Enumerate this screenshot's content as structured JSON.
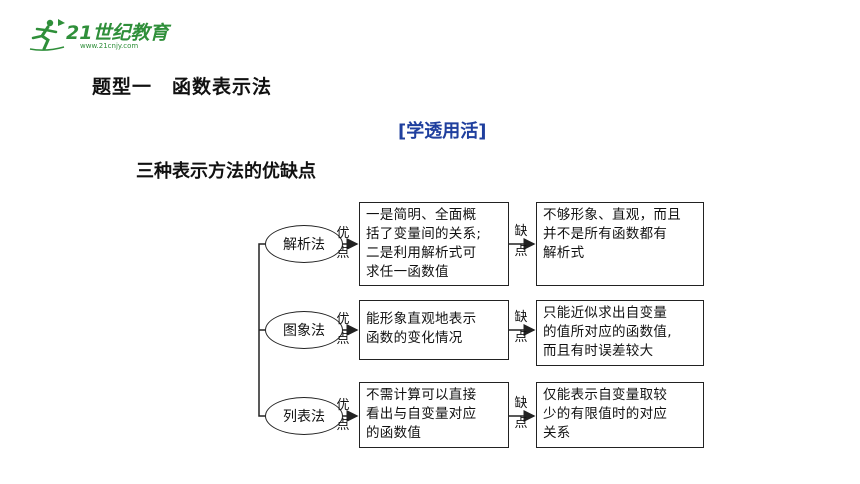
{
  "logo": {
    "brand": "21世纪教育",
    "url": "www.21cnjy.com",
    "icon": "runner-icon"
  },
  "heading": "题型一　函数表示法",
  "subheading": "[学透用活]",
  "section_title": "三种表示方法的优缺点",
  "diagram": {
    "pro_label": [
      "优",
      "点"
    ],
    "con_label": [
      "缺",
      "点"
    ],
    "rows": [
      {
        "method": "解析法",
        "pros": [
          "一是简明、全面概",
          "括了变量间的关系;",
          "二是利用解析式可",
          "求任一函数值"
        ],
        "cons": [
          "不够形象、直观，而且",
          "并不是所有函数都有",
          "解析式"
        ]
      },
      {
        "method": "图象法",
        "pros": [
          "能形象直观地表示",
          "函数的变化情况"
        ],
        "cons": [
          "只能近似求出自变量",
          "的值所对应的函数值,",
          "而且有时误差较大"
        ]
      },
      {
        "method": "列表法",
        "pros": [
          "不需计算可以直接",
          "看出与自变量对应",
          "的函数值"
        ],
        "cons": [
          "仅能表示自变量取较",
          "少的有限值时的对应",
          "关系"
        ]
      }
    ]
  }
}
